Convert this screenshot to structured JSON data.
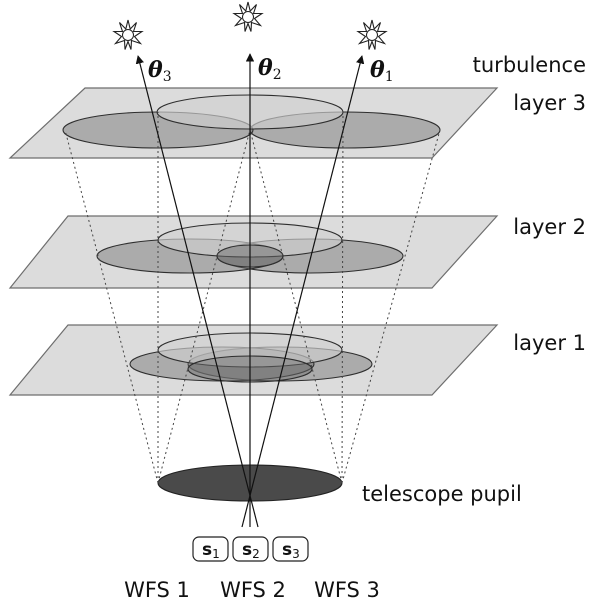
{
  "directions": {
    "theta1": {
      "symbol": "θ",
      "subscript": "1"
    },
    "theta2": {
      "symbol": "θ",
      "subscript": "2"
    },
    "theta3": {
      "symbol": "θ",
      "subscript": "3"
    }
  },
  "layers": {
    "layer3_line1": "turbulence",
    "layer3_line2": "layer 3",
    "layer2": "layer 2",
    "layer1": "layer 1"
  },
  "pupil_label": "telescope pupil",
  "sensors": {
    "s1": {
      "symbol": "s",
      "subscript": "1"
    },
    "s2": {
      "symbol": "s",
      "subscript": "2"
    },
    "s3": {
      "symbol": "s",
      "subscript": "3"
    }
  },
  "wfs_labels": [
    "WFS 1",
    "WFS 2",
    "WFS 3"
  ]
}
